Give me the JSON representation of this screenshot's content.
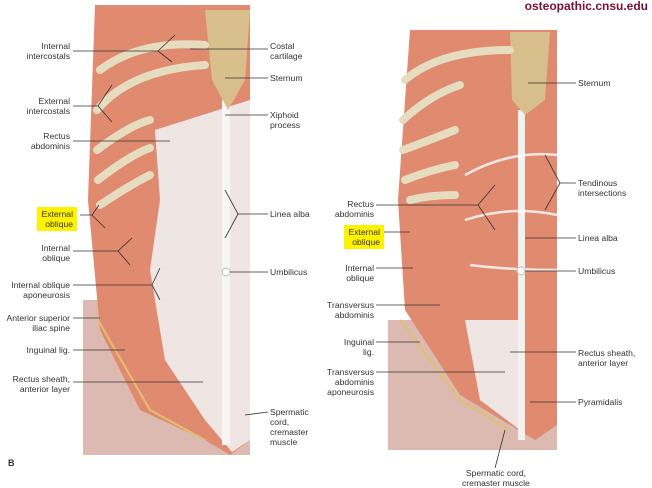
{
  "watermark": "osteopathic.cnsu.edu",
  "figure_letter": "B",
  "left_figure": {
    "labels": {
      "internal_intercostals": "Internal\nintercostals",
      "external_intercostals": "External\nintercostals",
      "rectus_abdominis": "Rectus\nabdominis",
      "external_oblique": "External\noblique",
      "internal_oblique": "Internal\noblique",
      "internal_oblique_aponeurosis": "Internal oblique\naponeurosis",
      "asis": "Anterior superior\niliac spine",
      "inguinal_lig": "Inguinal lig.",
      "rectus_sheath": "Rectus sheath,\nanterior layer",
      "costal_cartilage": "Costal\ncartilage",
      "sternum": "Sternum",
      "xiphoid": "Xiphoid\nprocess",
      "linea_alba": "Linea alba",
      "umbilicus": "Umbilicus",
      "spermatic_cord": "Spermatic\ncord,\ncremaster\nmuscle"
    }
  },
  "right_figure": {
    "labels": {
      "sternum": "Sternum",
      "tendinous": "Tendinous\nintersections",
      "rectus_abdominis": "Rectus\nabdominis",
      "external_oblique": "External\noblique",
      "linea_alba": "Linea alba",
      "internal_oblique": "Internal\noblique",
      "umbilicus": "Umbilicus",
      "transversus": "Transversus\nabdominis",
      "inguinal_lig": "Inguinal\nlig.",
      "rectus_sheath": "Rectus sheath,\nanterior layer",
      "transversus_aponeurosis": "Transversus\nabdominis\naponeurosis",
      "pyramidalis": "Pyramidalis",
      "spermatic_cord": "Spermatic cord,\ncremaster muscle"
    }
  },
  "colors": {
    "muscle": "#e08a70",
    "cartilage": "#e6dcc0",
    "sternum": "#d8bf8c",
    "fascia": "#efe6e4",
    "skin": "#d9b5ad",
    "highlight": "#fff200",
    "watermark": "#7a1030"
  }
}
